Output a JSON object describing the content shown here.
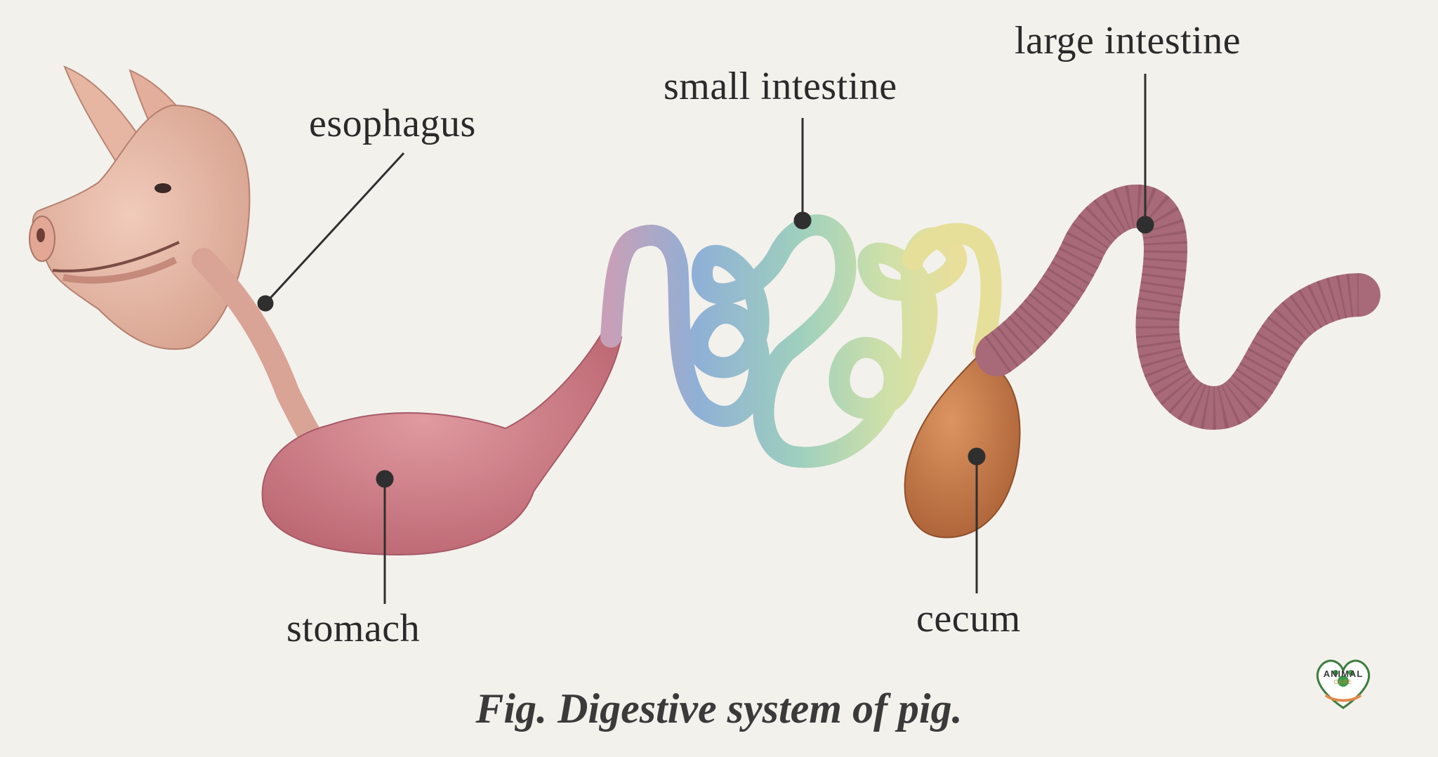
{
  "labels": {
    "esophagus": "esophagus",
    "stomach": "stomach",
    "small_intestine": "small intestine",
    "large_intestine": "large intestine",
    "cecum": "cecum"
  },
  "caption": "Fig. Digestive system of pig.",
  "logo": {
    "line1": "ANIMAL",
    "line2": "CARE"
  },
  "colors": {
    "background": "#f3f1ec",
    "pig_skin": "#e8b8a4",
    "esophagus": "#d9a396",
    "stomach": "#cf7d86",
    "small_intestine_start": "#b8a3c2",
    "small_intestine_blue": "#8fb0d6",
    "small_intestine_green": "#9fcfb9",
    "small_intestine_yellow": "#e6e2a0",
    "cecum": "#c97a45",
    "large_intestine": "#a86a78",
    "leader_line": "#2f2f2f"
  }
}
